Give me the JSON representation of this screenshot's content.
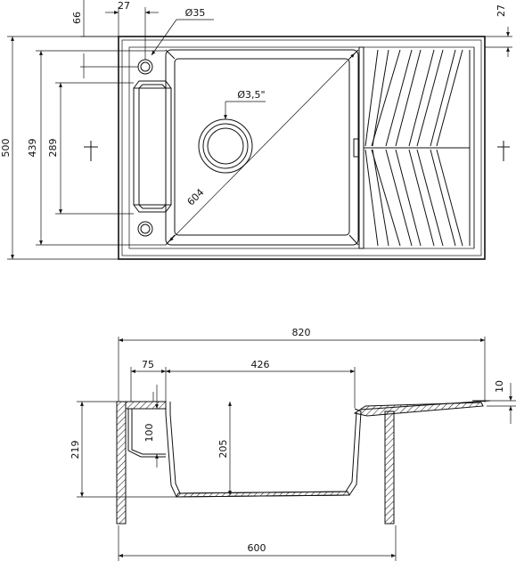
{
  "top_view": {
    "dims": {
      "d66": "66",
      "d27_top": "27",
      "hole": "Ø35",
      "d27_right": "27",
      "d500": "500",
      "d439": "439",
      "d289": "289",
      "drain": "Ø3,5\"",
      "diag": "604"
    }
  },
  "side_view": {
    "dims": {
      "d820": "820",
      "d75": "75",
      "d426": "426",
      "d10": "10",
      "d219": "219",
      "d100": "100",
      "d205": "205",
      "d600": "600"
    }
  }
}
